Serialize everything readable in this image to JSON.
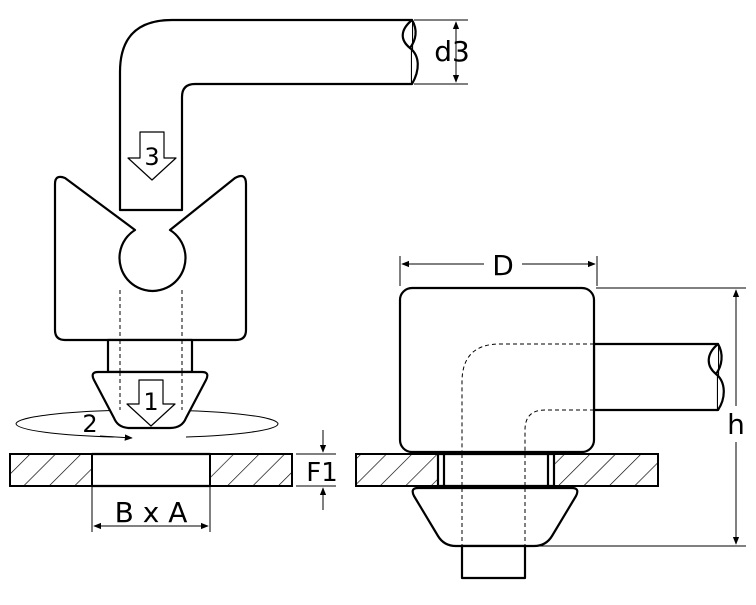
{
  "labels": {
    "d3": "d3",
    "step3": "3",
    "step1": "1",
    "step2": "2",
    "D": "D",
    "h": "h",
    "F1": "F1",
    "BxA": "B x A"
  }
}
